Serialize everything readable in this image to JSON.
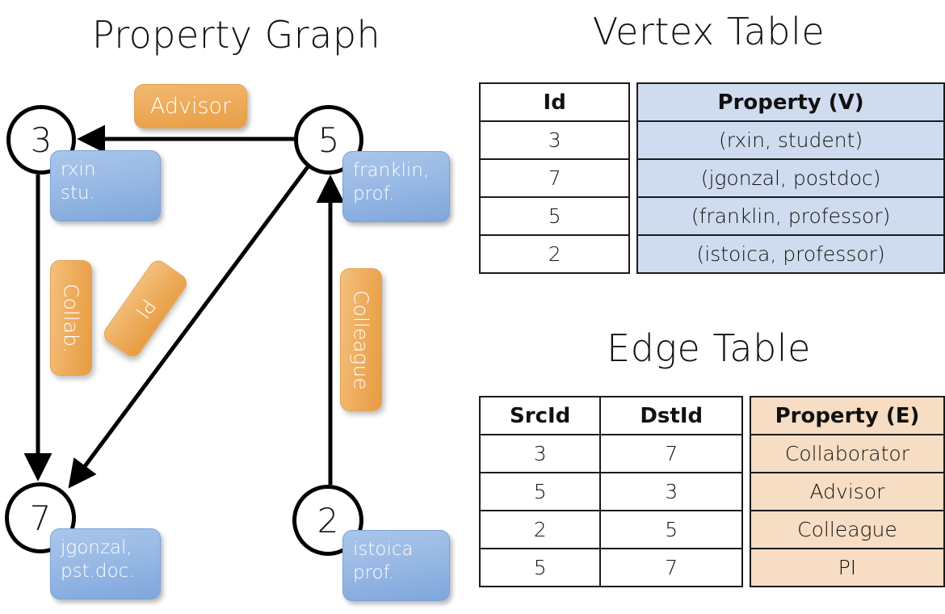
{
  "titles": {
    "property_graph": "Property Graph",
    "vertex_table": "Vertex Table",
    "edge_table": "Edge Table"
  },
  "graph": {
    "nodes": [
      {
        "id": "3",
        "label": "3",
        "property_lines": [
          "rxin",
          "stu."
        ]
      },
      {
        "id": "5",
        "label": "5",
        "property_lines": [
          "franklin,",
          "prof."
        ]
      },
      {
        "id": "7",
        "label": "7",
        "property_lines": [
          "jgonzal,",
          "pst.doc."
        ]
      },
      {
        "id": "2",
        "label": "2",
        "property_lines": [
          "istoica",
          "prof."
        ]
      }
    ],
    "edge_labels": [
      {
        "name": "advisor",
        "text": "Advisor"
      },
      {
        "name": "collab",
        "text": "Collab."
      },
      {
        "name": "pi",
        "text": "PI"
      },
      {
        "name": "colleague",
        "text": "Colleague"
      }
    ]
  },
  "vertex_table": {
    "headers": [
      "Id",
      "Property (V)"
    ],
    "rows": [
      {
        "id": "3",
        "property": "(rxin, student)"
      },
      {
        "id": "7",
        "property": "(jgonzal, postdoc)"
      },
      {
        "id": "5",
        "property": "(franklin, professor)"
      },
      {
        "id": "2",
        "property": "(istoica, professor)"
      }
    ]
  },
  "edge_table": {
    "headers": [
      "SrcId",
      "DstId",
      "Property (E)"
    ],
    "rows": [
      {
        "src": "3",
        "dst": "7",
        "property": "Collaborator"
      },
      {
        "src": "5",
        "dst": "3",
        "property": "Advisor"
      },
      {
        "src": "2",
        "dst": "5",
        "property": "Colleague"
      },
      {
        "src": "5",
        "dst": "7",
        "property": "PI"
      }
    ]
  },
  "colors": {
    "vertex_property_fill": "#cfdcef",
    "edge_property_fill": "#f6ddc3",
    "node_box_blue": "#9dbde6",
    "edge_label_orange": "#eeae5f",
    "stroke": "#000000"
  }
}
